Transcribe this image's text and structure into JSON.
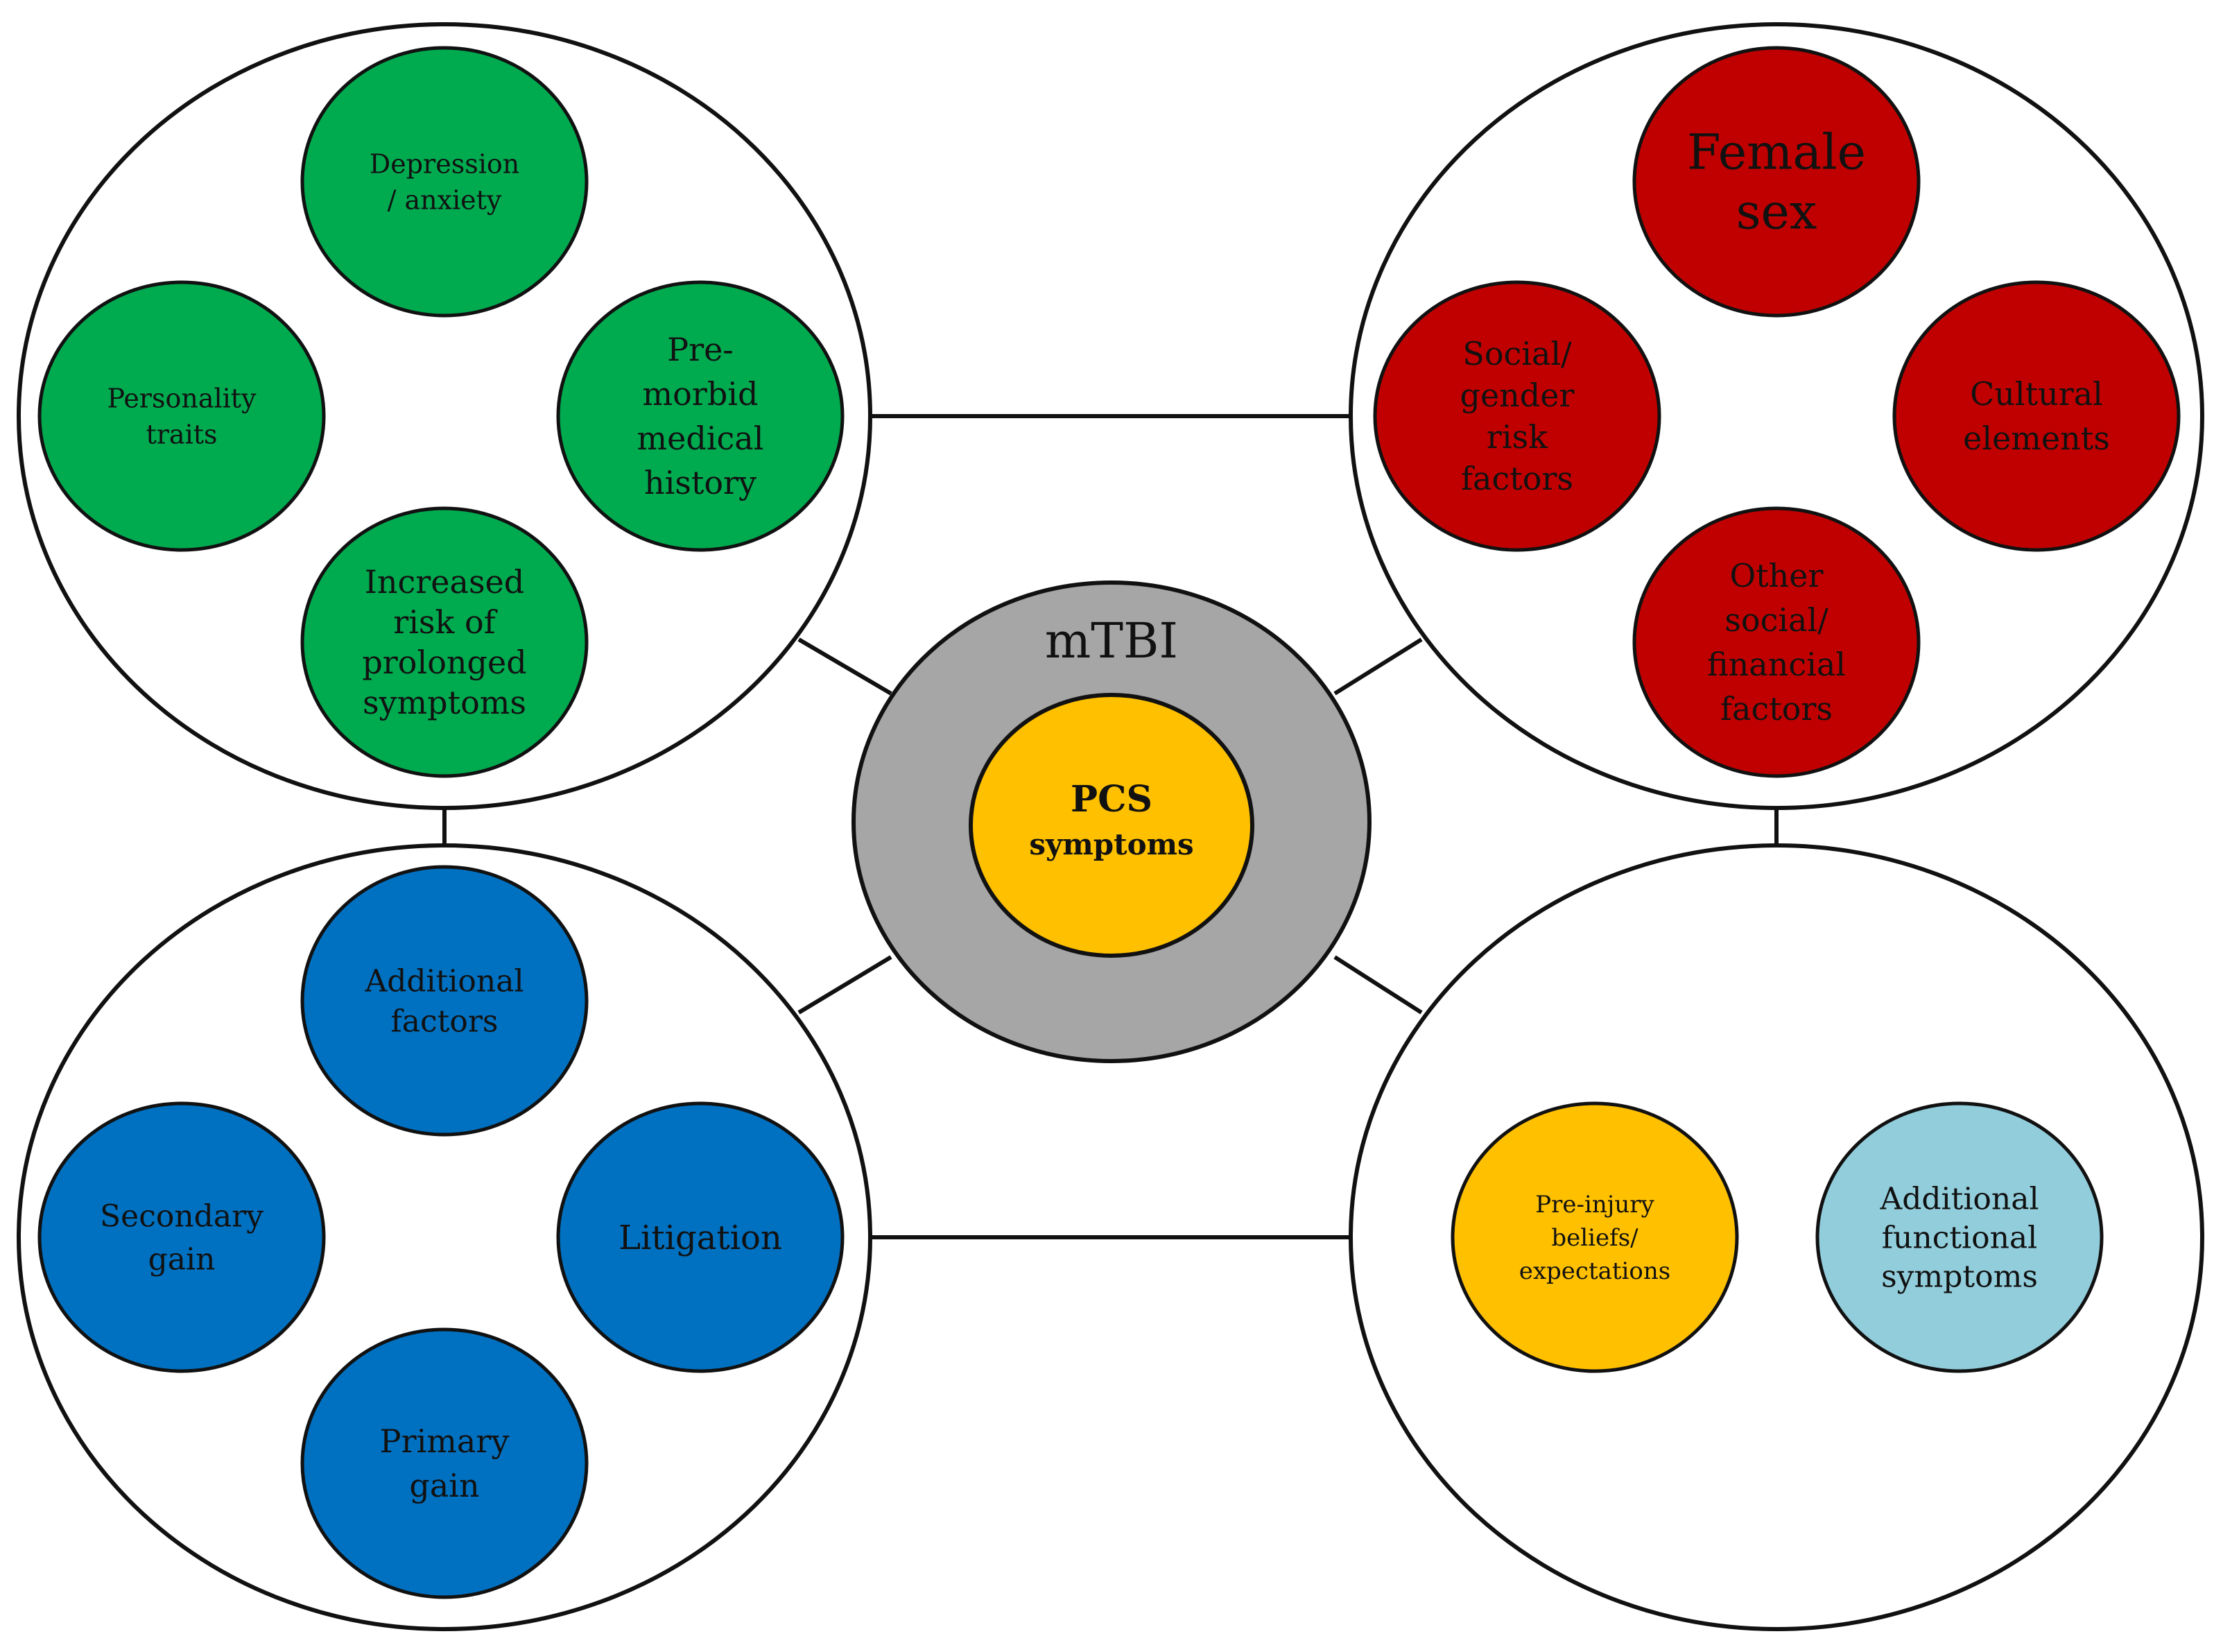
{
  "colors": {
    "green": "#00AA4F",
    "red": "#C00000",
    "blue": "#0070C0",
    "gold": "#FFC000",
    "light_blue": "#92CDDC",
    "gray": "#A6A6A6",
    "stroke": "#111111"
  },
  "center": {
    "outer_label": "mTBI",
    "inner_label_line1": "PCS",
    "inner_label_line2": "symptoms"
  },
  "groups": {
    "top_left": {
      "items": [
        {
          "id": "depression-anxiety",
          "lines": [
            "Depression",
            "/ anxiety"
          ],
          "color": "green"
        },
        {
          "id": "personality-traits",
          "lines": [
            "Personality",
            "traits"
          ],
          "color": "green"
        },
        {
          "id": "premorbid-medical-history",
          "lines": [
            "Pre-",
            "morbid",
            "medical",
            "history"
          ],
          "color": "green"
        },
        {
          "id": "increased-risk",
          "lines": [
            "Increased",
            "risk of",
            "prolonged",
            "symptoms"
          ],
          "color": "green"
        }
      ]
    },
    "top_right": {
      "items": [
        {
          "id": "female-sex",
          "lines": [
            "Female",
            "sex"
          ],
          "color": "red"
        },
        {
          "id": "social-gender-risk",
          "lines": [
            "Social/",
            "gender",
            "risk",
            "factors"
          ],
          "color": "red"
        },
        {
          "id": "cultural-elements",
          "lines": [
            "Cultural",
            "elements"
          ],
          "color": "red"
        },
        {
          "id": "other-social-financial",
          "lines": [
            "Other",
            "social/",
            "financial",
            "factors"
          ],
          "color": "red"
        }
      ]
    },
    "bottom_left": {
      "items": [
        {
          "id": "additional-factors",
          "lines": [
            "Additional",
            "factors"
          ],
          "color": "blue"
        },
        {
          "id": "secondary-gain",
          "lines": [
            "Secondary",
            "gain"
          ],
          "color": "blue"
        },
        {
          "id": "litigation",
          "lines": [
            "Litigation"
          ],
          "color": "blue"
        },
        {
          "id": "primary-gain",
          "lines": [
            "Primary",
            "gain"
          ],
          "color": "blue"
        }
      ]
    },
    "bottom_right": {
      "items": [
        {
          "id": "pre-injury-beliefs",
          "lines": [
            "Pre-injury",
            "beliefs/",
            "expectations"
          ],
          "color": "gold"
        },
        {
          "id": "additional-functional",
          "lines": [
            "Additional",
            "functional",
            "symptoms"
          ],
          "color": "light_blue"
        }
      ]
    }
  }
}
